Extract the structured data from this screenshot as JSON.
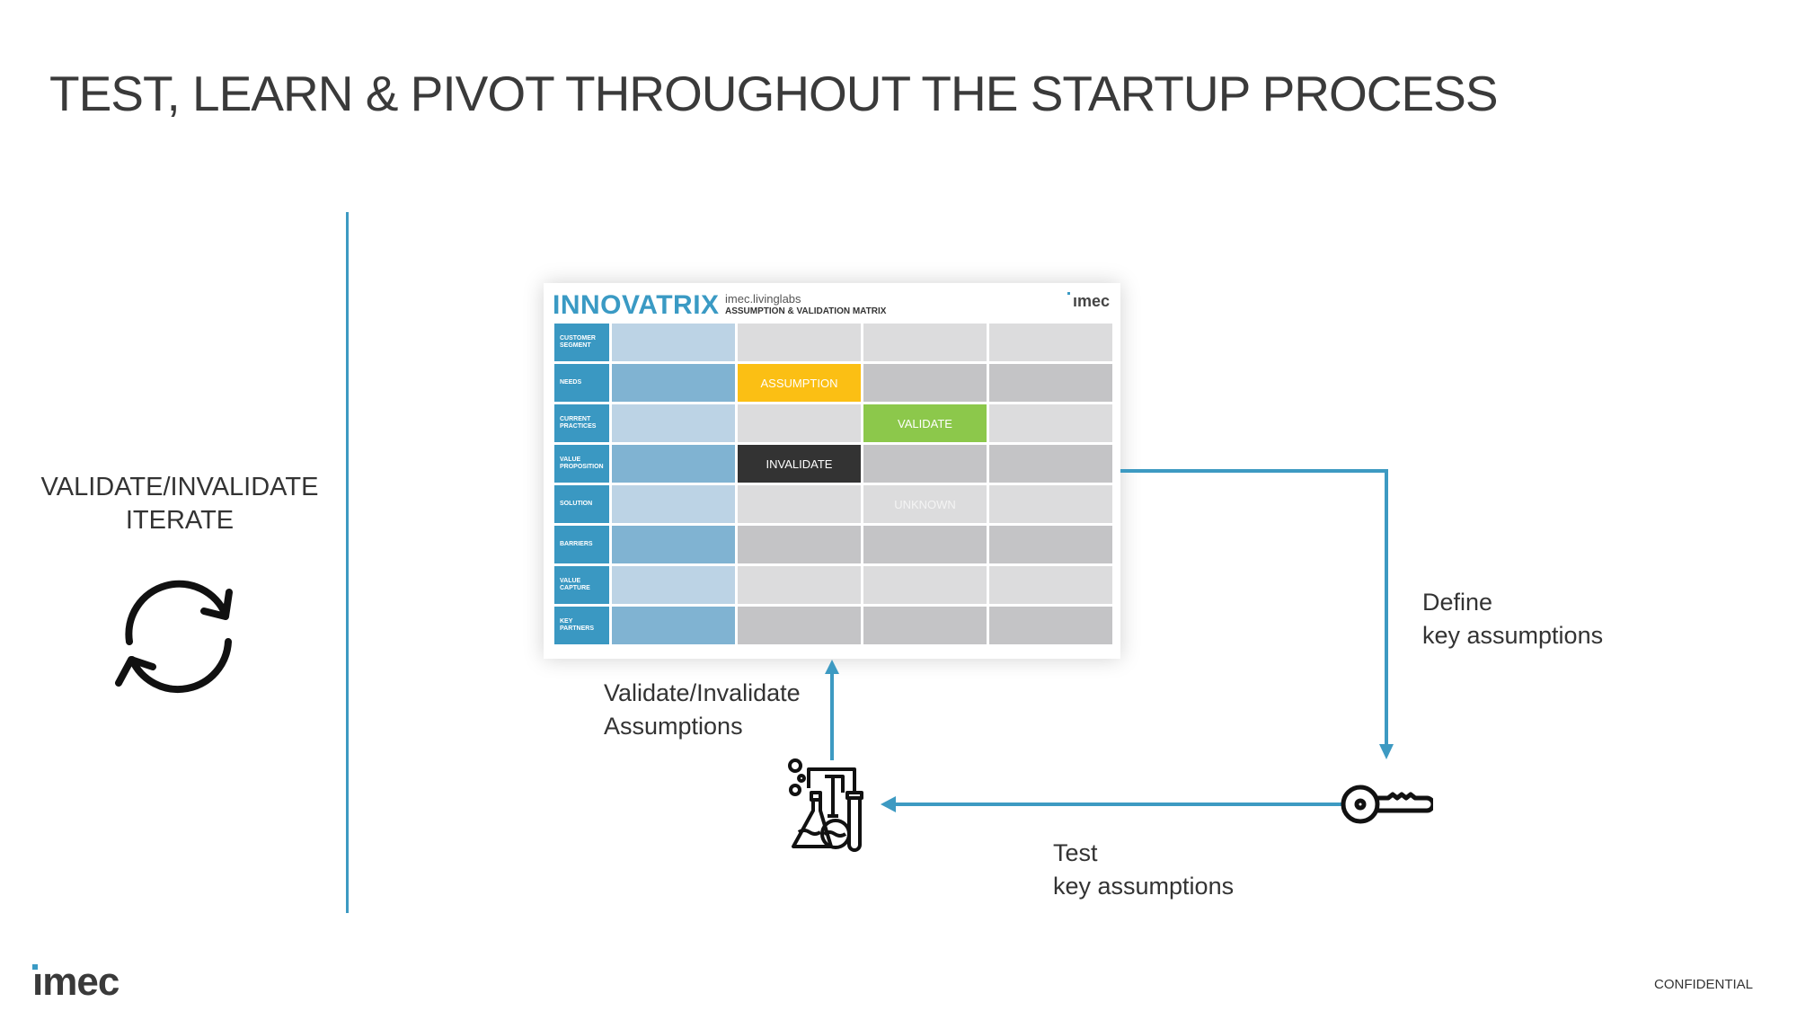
{
  "title": "TEST, LEARN & PIVOT THROUGHOUT THE STARTUP PROCESS",
  "left": {
    "line1": "VALIDATE/INVALIDATE",
    "line2": "ITERATE",
    "icon": "refresh-icon"
  },
  "matrix": {
    "brand": "INNOVATRIX",
    "sub1": "imec.livinglabs",
    "sub2": "ASSUMPTION & VALIDATION MATRIX",
    "logo": "ımec",
    "rows": [
      {
        "label": "CUSTOMER\nSEGMENT",
        "cells": [
          "",
          "",
          "",
          ""
        ]
      },
      {
        "label": "NEEDS",
        "cells": [
          "",
          "ASSUMPTION",
          "",
          ""
        ]
      },
      {
        "label": "CURRENT\nPRACTICES",
        "cells": [
          "",
          "",
          "VALIDATE",
          ""
        ]
      },
      {
        "label": "VALUE\nPROPOSITION",
        "cells": [
          "",
          "INVALIDATE",
          "",
          ""
        ]
      },
      {
        "label": "SOLUTION",
        "cells": [
          "",
          "",
          "UNKNOWN",
          ""
        ]
      },
      {
        "label": "BARRIERS",
        "cells": [
          "",
          "",
          "",
          ""
        ]
      },
      {
        "label": "VALUE\nCAPTURE",
        "cells": [
          "",
          "",
          "",
          ""
        ]
      },
      {
        "label": "KEY\nPARTNERS",
        "cells": [
          "",
          "",
          "",
          ""
        ]
      }
    ],
    "colors": {
      "ASSUMPTION": "#fbbf14",
      "VALIDATE": "#8cc84b",
      "INVALIDATE": "#333333",
      "UNKNOWN": "#dcdcdd"
    }
  },
  "labels": {
    "define1": "Define",
    "define2": "key assumptions",
    "validate1": "Validate/Invalidate",
    "validate2": "Assumptions",
    "test1": "Test",
    "test2": "key assumptions"
  },
  "footer": {
    "logo": "ımec",
    "confidential": "CONFIDENTIAL"
  },
  "accent": "#3d9ac2"
}
